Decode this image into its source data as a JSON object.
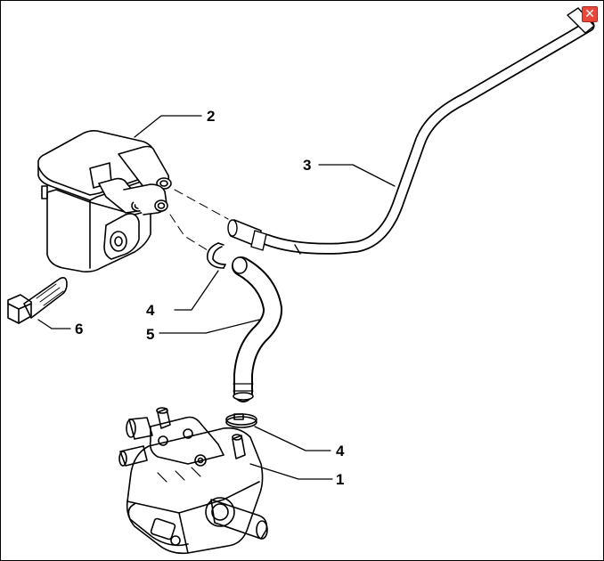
{
  "diagram": {
    "callouts": [
      {
        "id": "1",
        "text": "1"
      },
      {
        "id": "2",
        "text": "2"
      },
      {
        "id": "3",
        "text": "3"
      },
      {
        "id": "4a",
        "text": "4"
      },
      {
        "id": "4b",
        "text": "4"
      },
      {
        "id": "5",
        "text": "5"
      },
      {
        "id": "6",
        "text": "6"
      }
    ],
    "close_icon": "close-icon",
    "colors": {
      "ink": "#000000",
      "close": "#e8483a"
    }
  }
}
